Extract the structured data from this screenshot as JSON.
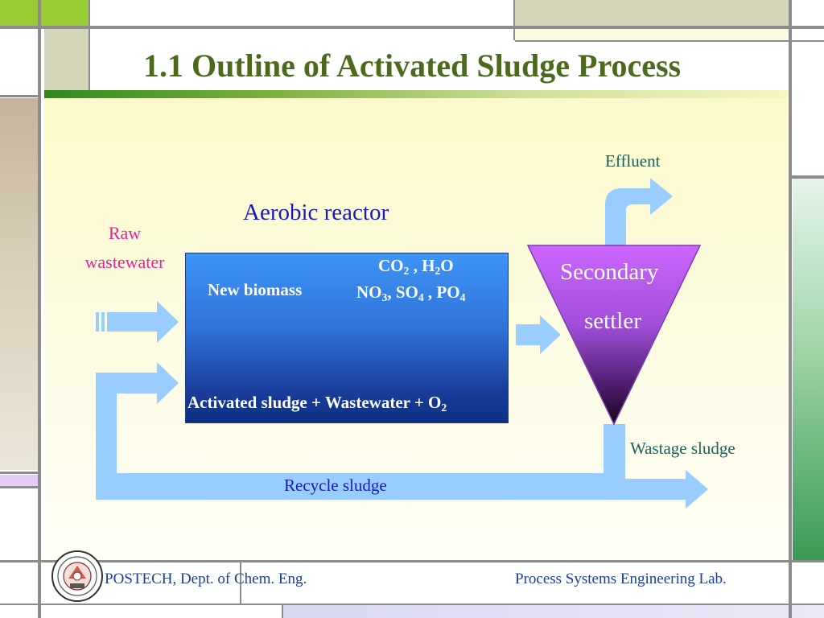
{
  "title": "1.1 Outline of Activated Sludge Process",
  "labels": {
    "raw_line1": "Raw",
    "raw_line2": "wastewater",
    "aerobic_reactor": "Aerobic reactor",
    "new_biomass": "New biomass",
    "co2": "CO",
    "co2_sub": "2",
    "h2o_h": " , H",
    "h2o_sub": "2",
    "h2o_o": "O",
    "no3": "NO",
    "no3_sub": "3",
    "so4": ", SO",
    "so4_sub": "4",
    "po4": " , PO",
    "po4_sub": "4",
    "reaction_main": "Activated sludge + Wastewater + O",
    "reaction_sub": "2",
    "secondary": "Secondary",
    "settler": "settler",
    "effluent": "Effluent",
    "wastage": "Wastage sludge",
    "recycle": "Recycle sludge"
  },
  "footer": {
    "left": "POSTECH, Dept. of Chem. Eng.",
    "right": "Process Systems Engineering Lab."
  },
  "colors": {
    "title": "#4c6a1c",
    "arrow": "#99ccff",
    "raw_label": "#e6219b",
    "blue_label": "#1a1ab8",
    "teal_label": "#1f5f5f"
  }
}
